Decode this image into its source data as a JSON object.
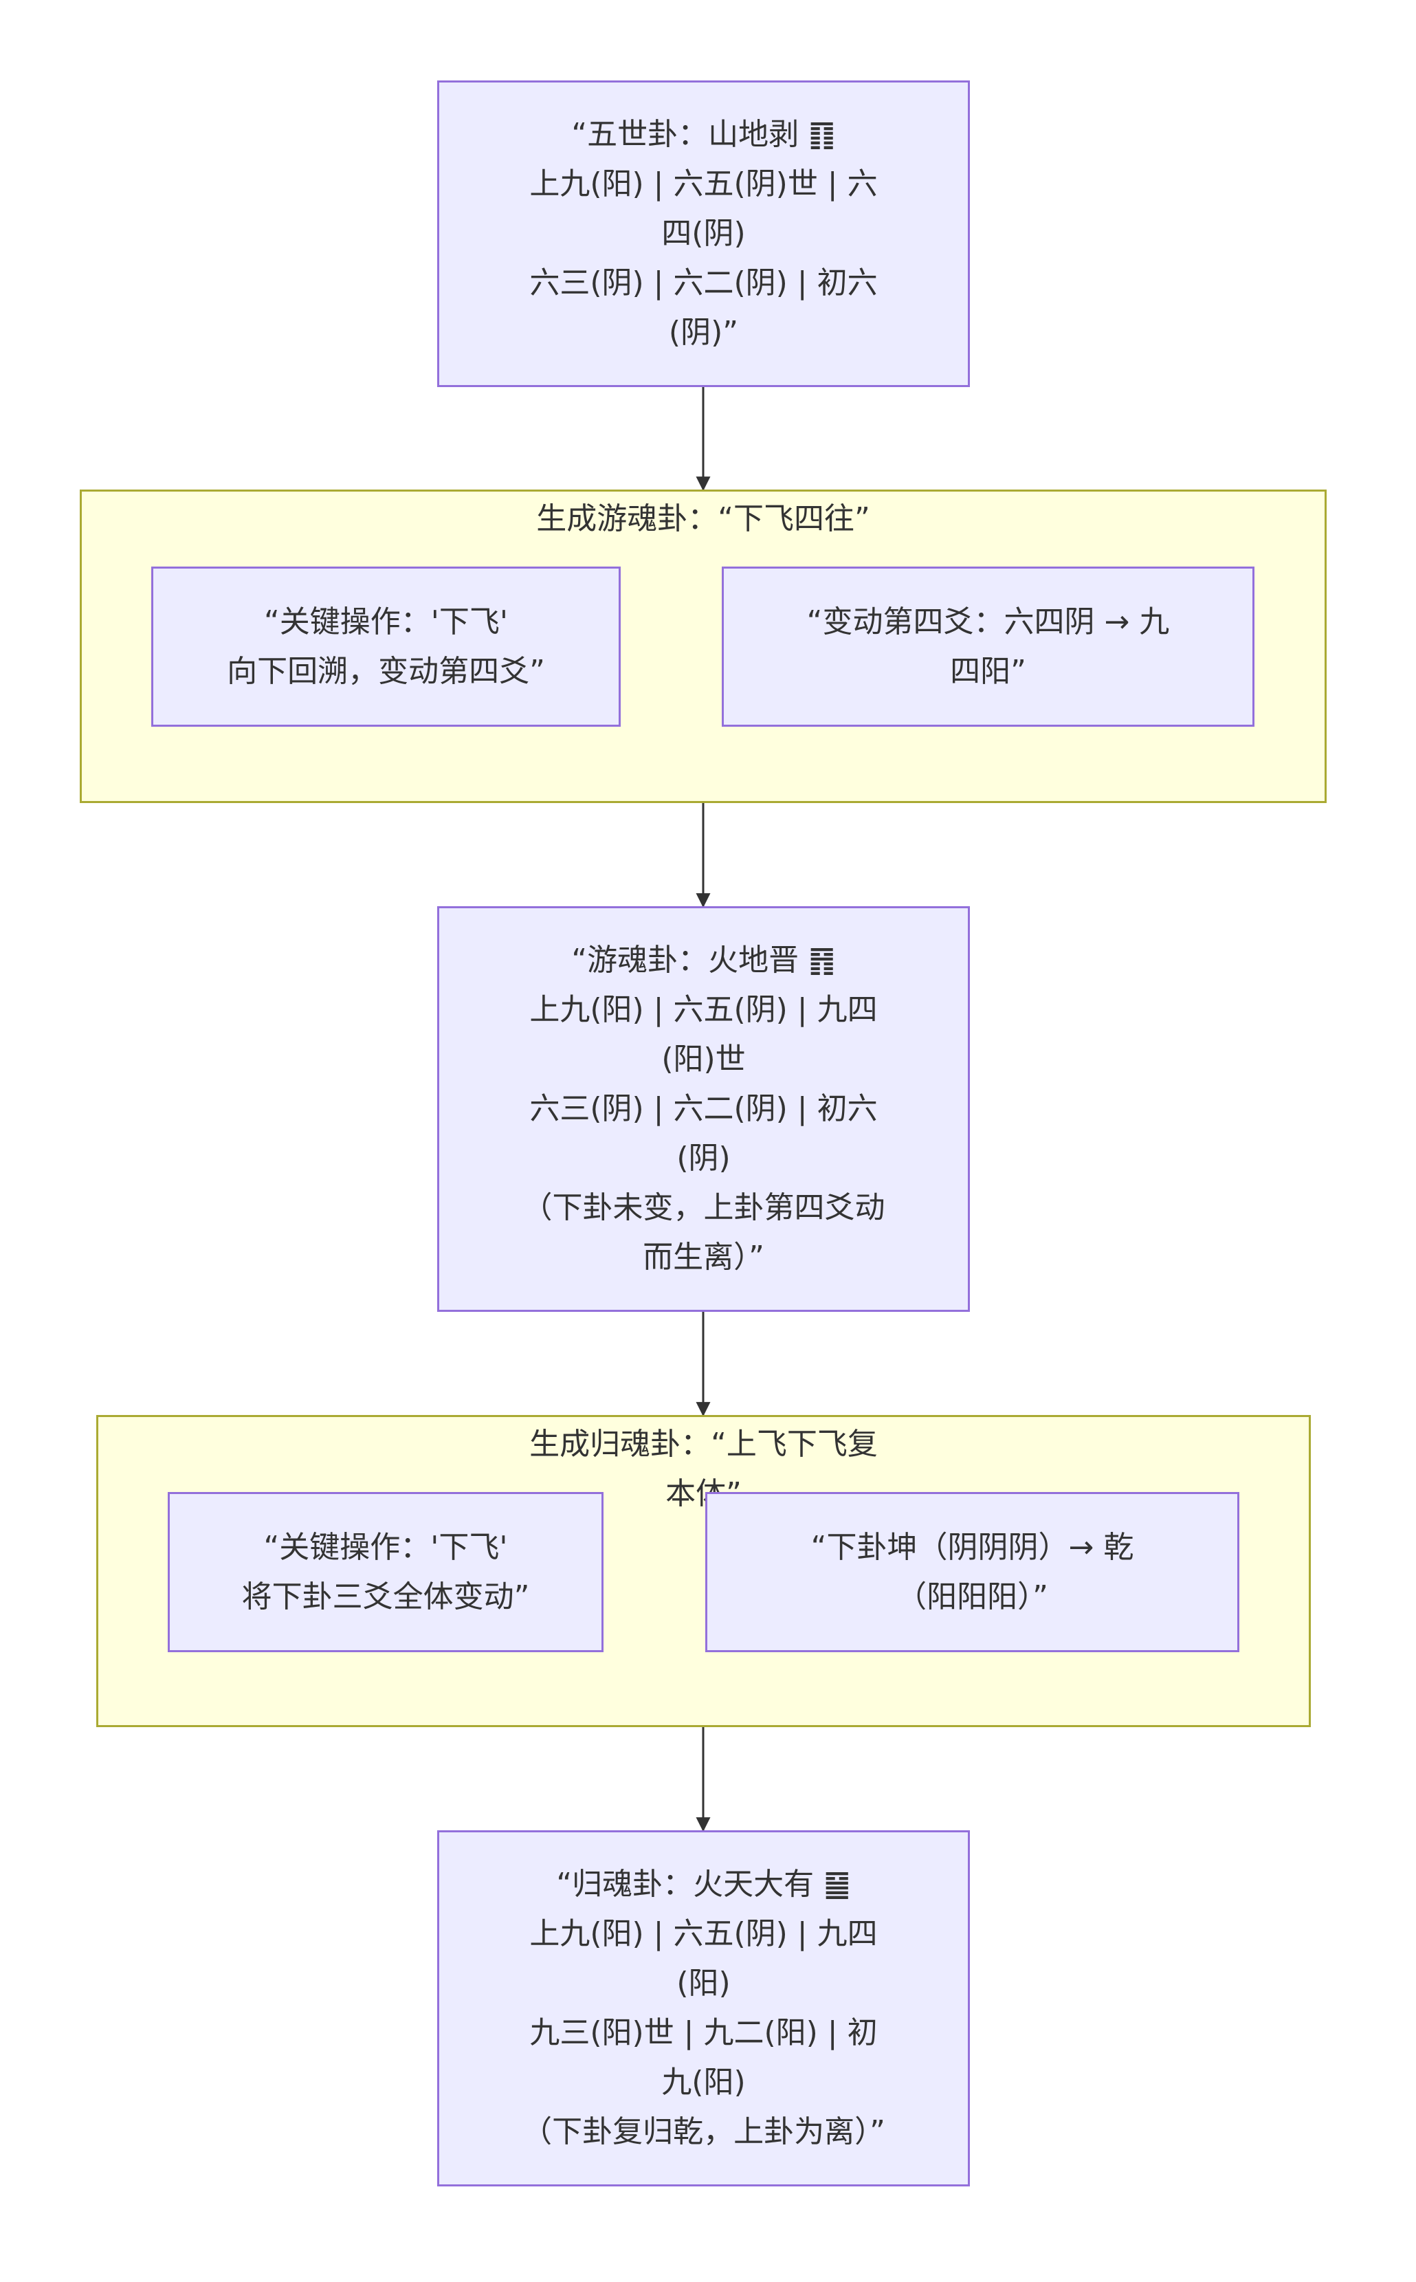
{
  "nodes": {
    "bo": {
      "lines": [
        "“五世卦：山地剥 ䷖",
        "上九(阳) | 六五(阴)世 | 六",
        "四(阴)",
        "六三(阴) | 六二(阴) | 初六",
        "(阴)”"
      ]
    },
    "jin": {
      "lines": [
        "“游魂卦：火地晋 ䷢",
        "上九(阳) | 六五(阴) | 九四",
        "(阳)世",
        "六三(阴) | 六二(阴) | 初六",
        "(阴)",
        "（下卦未变，上卦第四爻动",
        "而生离）”"
      ]
    },
    "dayou": {
      "lines": [
        "“归魂卦：火天大有 ䷍",
        "上九(阳) | 六五(阴) | 九四",
        "(阳)",
        "九三(阳)世 | 九二(阳) | 初",
        "九(阳)",
        "（下卦复归乾，上卦为离）”"
      ]
    }
  },
  "clusters": {
    "youhun": {
      "title": [
        "生成游魂卦：“下飞四往”"
      ],
      "op": [
        "“关键操作：'下飞'",
        "向下回溯，变动第四爻”"
      ],
      "change": [
        "“变动第四爻：六四阴 → 九",
        "四阳”"
      ]
    },
    "guihun": {
      "title": [
        "生成归魂卦：“上飞下飞复",
        "本体”"
      ],
      "op": [
        "“关键操作：'下飞'",
        "将下卦三爻全体变动”"
      ],
      "change": [
        "“下卦坤（阴阴阴）→ 乾",
        "（阳阳阳）”"
      ]
    }
  },
  "colors": {
    "node_fill": "#ECECFF",
    "node_stroke": "#9370DB",
    "cluster_fill": "#FFFFDE",
    "cluster_stroke": "#AAAA33",
    "edge": "#333333",
    "text": "#333333"
  }
}
